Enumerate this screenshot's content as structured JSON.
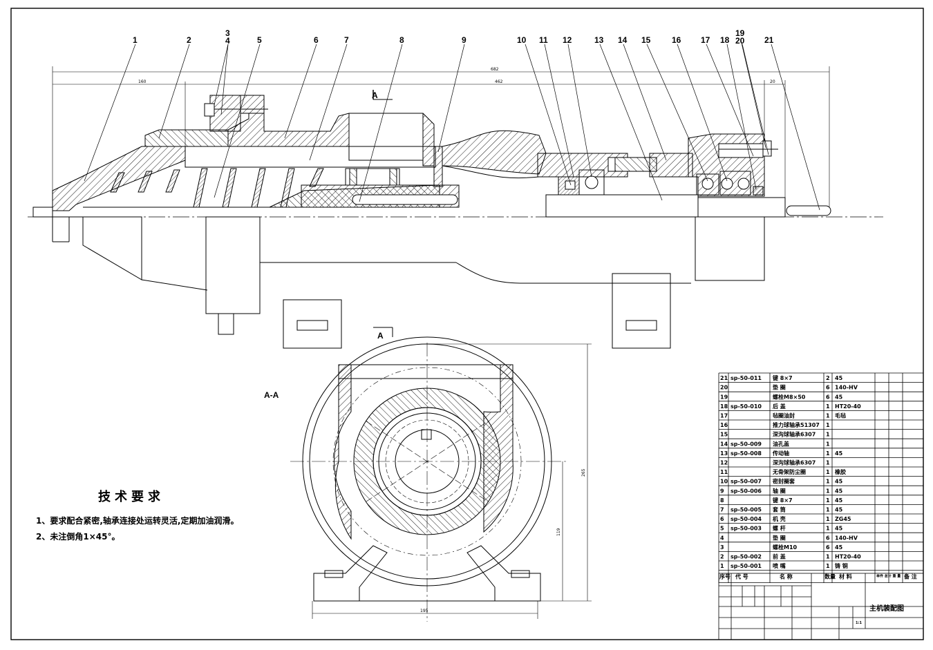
{
  "drawing": {
    "title": "主机装配图",
    "scale": "1:1",
    "section_label": "A-A",
    "section_marker": "A"
  },
  "callouts": [
    "1",
    "2",
    "3",
    "4",
    "5",
    "6",
    "7",
    "8",
    "9",
    "10",
    "11",
    "12",
    "13",
    "14",
    "15",
    "16",
    "17",
    "18",
    "19",
    "20",
    "21"
  ],
  "dimensions": {
    "overall": "682",
    "left": "160",
    "middle": "462",
    "right": "20",
    "height": "265",
    "center_height": "119",
    "base_width": "195"
  },
  "tech_requirements": {
    "title": "技术要求",
    "notes": [
      "1、要求配合紧密,轴承连接处运转灵活,定期加油润滑。",
      "2、未注倒角1×45°。"
    ]
  },
  "bom": {
    "rows": [
      {
        "no": "21",
        "code": "sp-50-011",
        "name": "键 8×7",
        "qty": "2",
        "material": "45"
      },
      {
        "no": "20",
        "code": "",
        "name": "垫 圈",
        "qty": "6",
        "material": "140-HV"
      },
      {
        "no": "19",
        "code": "",
        "name": "螺栓M8×50",
        "qty": "6",
        "material": "45"
      },
      {
        "no": "18",
        "code": "sp-50-010",
        "name": "后 盖",
        "qty": "1",
        "material": "HT20-40"
      },
      {
        "no": "17",
        "code": "",
        "name": "毡圈油封",
        "qty": "1",
        "material": "毛毡"
      },
      {
        "no": "16",
        "code": "",
        "name": "推力球轴承51307",
        "qty": "1",
        "material": ""
      },
      {
        "no": "15",
        "code": "",
        "name": "深沟球轴承6307",
        "qty": "1",
        "material": ""
      },
      {
        "no": "14",
        "code": "sp-50-009",
        "name": "油孔盖",
        "qty": "1",
        "material": ""
      },
      {
        "no": "13",
        "code": "sp-50-008",
        "name": "传动轴",
        "qty": "1",
        "material": "45"
      },
      {
        "no": "12",
        "code": "",
        "name": "深沟球轴承6307",
        "qty": "1",
        "material": ""
      },
      {
        "no": "11",
        "code": "",
        "name": "无骨架防尘圈",
        "qty": "1",
        "material": "橡胶"
      },
      {
        "no": "10",
        "code": "sp-50-007",
        "name": "密封圈套",
        "qty": "1",
        "material": "45"
      },
      {
        "no": "9",
        "code": "sp-50-006",
        "name": "轴 圈",
        "qty": "1",
        "material": "45"
      },
      {
        "no": "8",
        "code": "",
        "name": "键 8×7",
        "qty": "1",
        "material": "45"
      },
      {
        "no": "7",
        "code": "sp-50-005",
        "name": "套 筒",
        "qty": "1",
        "material": "45"
      },
      {
        "no": "6",
        "code": "sp-50-004",
        "name": "机 壳",
        "qty": "1",
        "material": "ZG45"
      },
      {
        "no": "5",
        "code": "sp-50-003",
        "name": "螺 杆",
        "qty": "1",
        "material": "45"
      },
      {
        "no": "4",
        "code": "",
        "name": "垫 圈",
        "qty": "6",
        "material": "140-HV"
      },
      {
        "no": "3",
        "code": "",
        "name": "螺栓M10",
        "qty": "6",
        "material": "45"
      },
      {
        "no": "2",
        "code": "sp-50-002",
        "name": "前 盖",
        "qty": "1",
        "material": "HT20-40"
      },
      {
        "no": "1",
        "code": "sp-50-001",
        "name": "喷 嘴",
        "qty": "1",
        "material": "铸 铜"
      }
    ],
    "header": {
      "no": "序号",
      "code": "代 号",
      "name": "名 称",
      "qty": "数量",
      "material": "材 料",
      "weight": "单件 总计 重 量",
      "remark": "备 注"
    }
  },
  "colors": {
    "line": "#000000",
    "background": "#ffffff"
  }
}
